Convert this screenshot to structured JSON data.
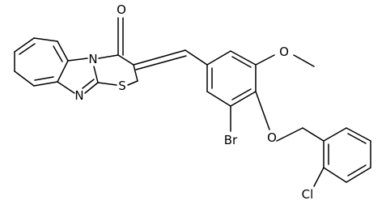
{
  "atoms": {
    "O": "O",
    "N1": "N",
    "N2": "N",
    "S": "S",
    "Br": "Br",
    "Cl": "Cl"
  }
}
